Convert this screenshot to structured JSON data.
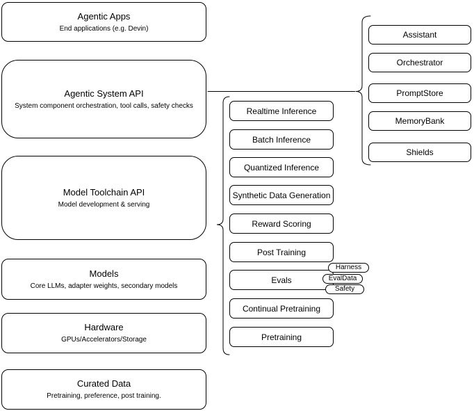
{
  "colors": {
    "stroke": "#000000",
    "canvas_bg": "#ffffff"
  },
  "left_stack": [
    {
      "title": "Agentic Apps",
      "subtitle": "End applications (e.g. Devin)"
    },
    {
      "title": "Agentic System API",
      "subtitle": "System component orchestration, tool calls, safety checks"
    },
    {
      "title": "Model Toolchain API",
      "subtitle": "Model development & serving"
    },
    {
      "title": "Models",
      "subtitle": "Core LLMs, adapter weights, secondary models"
    },
    {
      "title": "Hardware",
      "subtitle": "GPUs/Accelerators/Storage"
    },
    {
      "title": "Curated Data",
      "subtitle": "Pretraining, preference, post training."
    }
  ],
  "toolchain_items": [
    "Realtime Inference",
    "Batch Inference",
    "Quantized Inference",
    "Synthetic Data Generation",
    "Reward Scoring",
    "Post Training",
    "Evals",
    "Continual Pretraining",
    "Pretraining"
  ],
  "eval_tags": [
    "Harness",
    "EvalData",
    "Safety"
  ],
  "system_components": [
    "Assistant",
    "Orchestrator",
    "PromptStore",
    "MemoryBank",
    "Shields"
  ]
}
